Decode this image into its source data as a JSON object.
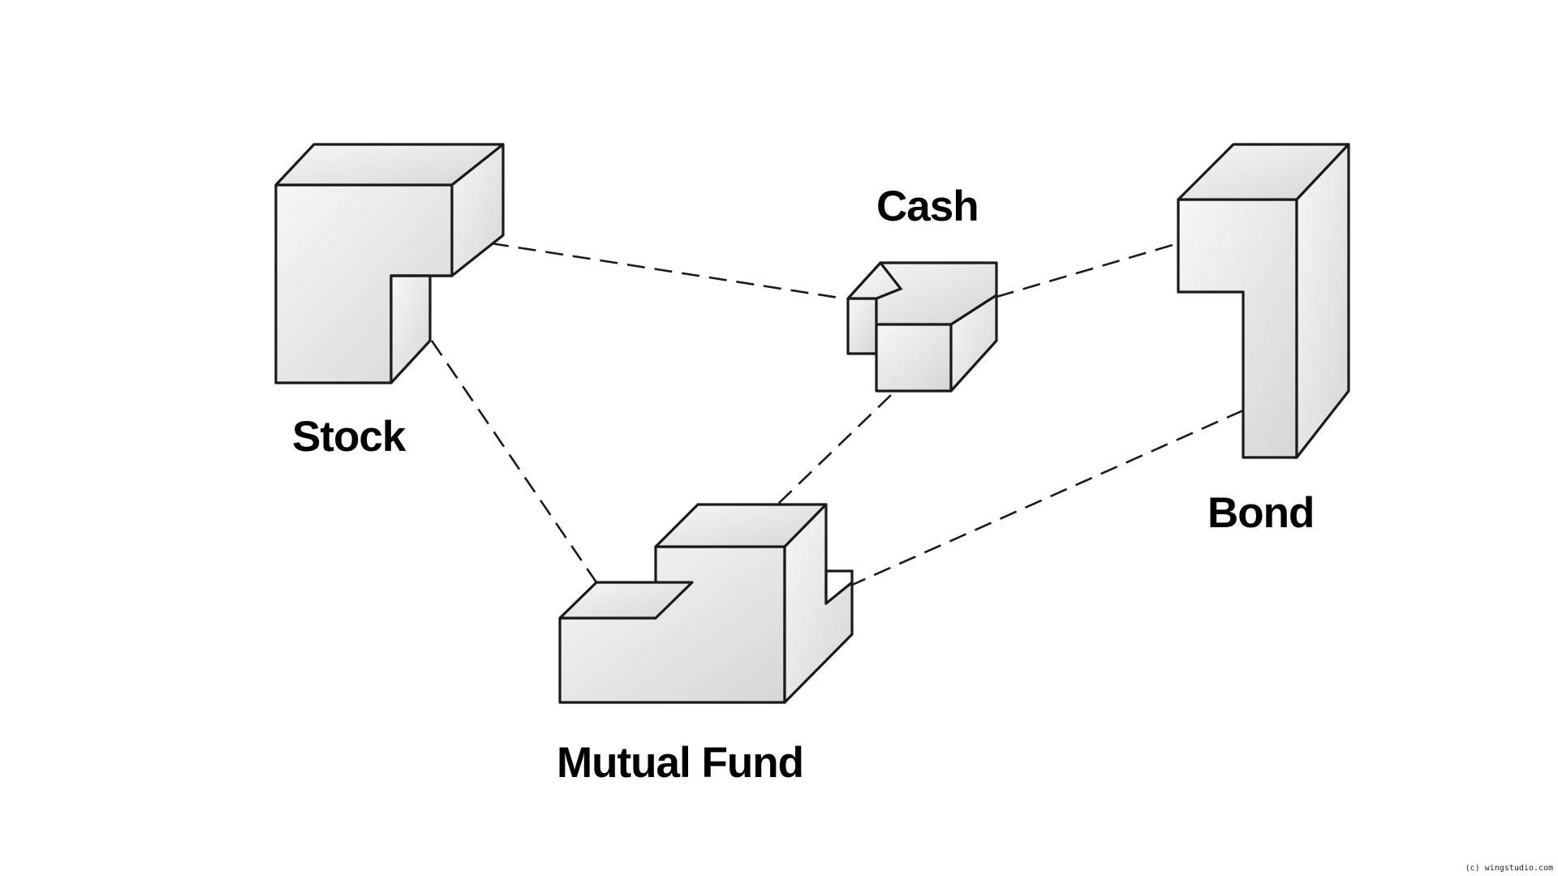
{
  "diagram": {
    "nodes": [
      {
        "id": "stock",
        "label": "Stock"
      },
      {
        "id": "cash",
        "label": "Cash"
      },
      {
        "id": "bond",
        "label": "Bond"
      },
      {
        "id": "mutual_fund",
        "label": "Mutual Fund"
      }
    ],
    "links": [
      {
        "from": "stock",
        "to": "cash"
      },
      {
        "from": "stock",
        "to": "mutual_fund"
      },
      {
        "from": "cash",
        "to": "mutual_fund"
      },
      {
        "from": "cash",
        "to": "bond"
      },
      {
        "from": "bond",
        "to": "mutual_fund"
      }
    ]
  },
  "credit": "(c) wingstudio.com"
}
